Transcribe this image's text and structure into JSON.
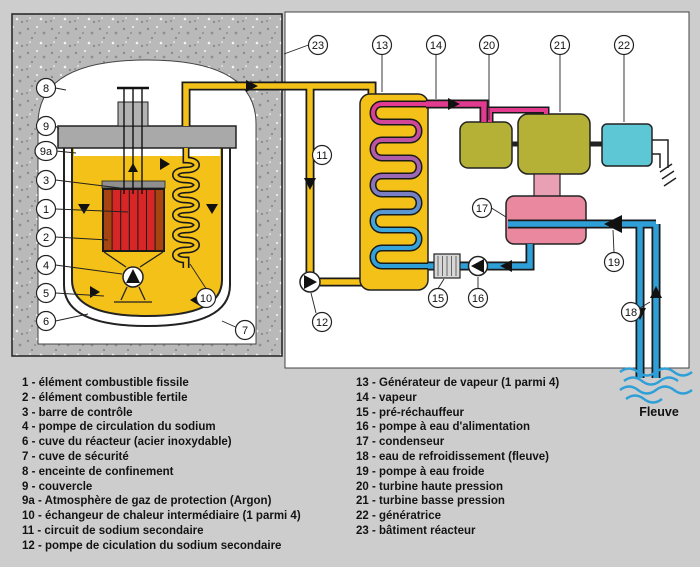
{
  "river_label": "Fleuve",
  "callouts": {
    "n1": "1",
    "n2": "2",
    "n3": "3",
    "n4": "4",
    "n5": "5",
    "n6": "6",
    "n7": "7",
    "n8": "8",
    "n9": "9",
    "n9a": "9a",
    "n10": "10",
    "n11": "11",
    "n12": "12",
    "n13": "13",
    "n14": "14",
    "n15": "15",
    "n16": "16",
    "n17": "17",
    "n18": "18",
    "n19": "19",
    "n20": "20",
    "n21": "21",
    "n22": "22",
    "n23": "23"
  },
  "legend": {
    "left": [
      "1 - élément combustible fissile",
      "2 - élément combustible fertile",
      "3 - barre de contrôle",
      "4 - pompe de circulation du sodium",
      "6 - cuve du réacteur (acier inoxydable)",
      "7 - cuve de sécurité",
      "8 - enceinte de confinement",
      "9 - couvercle",
      "9a - Atmosphère de gaz de protection (Argon)",
      "10 - échangeur de chaleur intermédiaire (1 parmi 4)",
      "11 - circuit de sodium secondaire",
      "12 - pompe de ciculation du sodium secondaire"
    ],
    "right": [
      "13 - Générateur de vapeur (1 parmi 4)",
      "14 - vapeur",
      "15 - pré-réchauffeur",
      "16 - pompe à eau d'alimentation",
      "17 - condenseur",
      "18 - eau de refroidissement (fleuve)",
      "19 - pompe à eau froide",
      "20 - turbine haute pression",
      "21 - turbine basse pression",
      "22 - génératrice",
      "23 - bâtiment réacteur"
    ]
  },
  "colors": {
    "background": "#cdcdcd",
    "concrete": "#b9b9b9",
    "sodium_yellow": "#f3c118",
    "steam_pink": "#e23a8e",
    "water_blue": "#2f9fd8",
    "turbine_olive": "#b4b136",
    "generator_cyan": "#5ec7d6",
    "condenser_pink": "#e9889f",
    "fuel_red": "#d82525",
    "fuel_fertile": "#a8440f"
  }
}
